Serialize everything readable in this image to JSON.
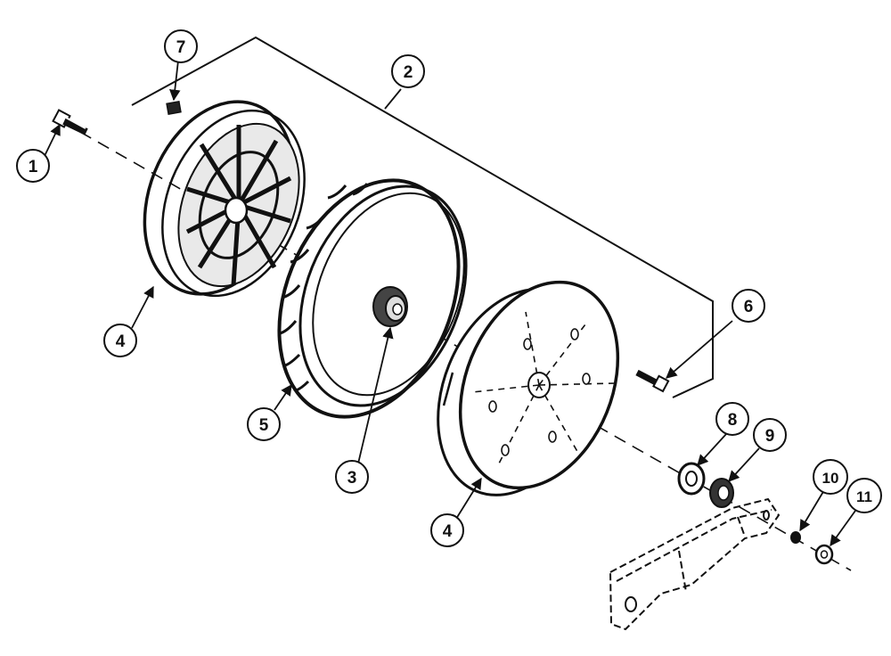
{
  "diagram": {
    "type": "exploded-parts-view",
    "callouts": [
      {
        "id": "c1",
        "number": "1"
      },
      {
        "id": "c2",
        "number": "2"
      },
      {
        "id": "c3",
        "number": "3"
      },
      {
        "id": "c4a",
        "number": "4"
      },
      {
        "id": "c4b",
        "number": "4"
      },
      {
        "id": "c5",
        "number": "5"
      },
      {
        "id": "c6",
        "number": "6"
      },
      {
        "id": "c7",
        "number": "7"
      },
      {
        "id": "c8",
        "number": "8"
      },
      {
        "id": "c9",
        "number": "9"
      },
      {
        "id": "c10",
        "number": "10"
      },
      {
        "id": "c11",
        "number": "11"
      }
    ]
  }
}
